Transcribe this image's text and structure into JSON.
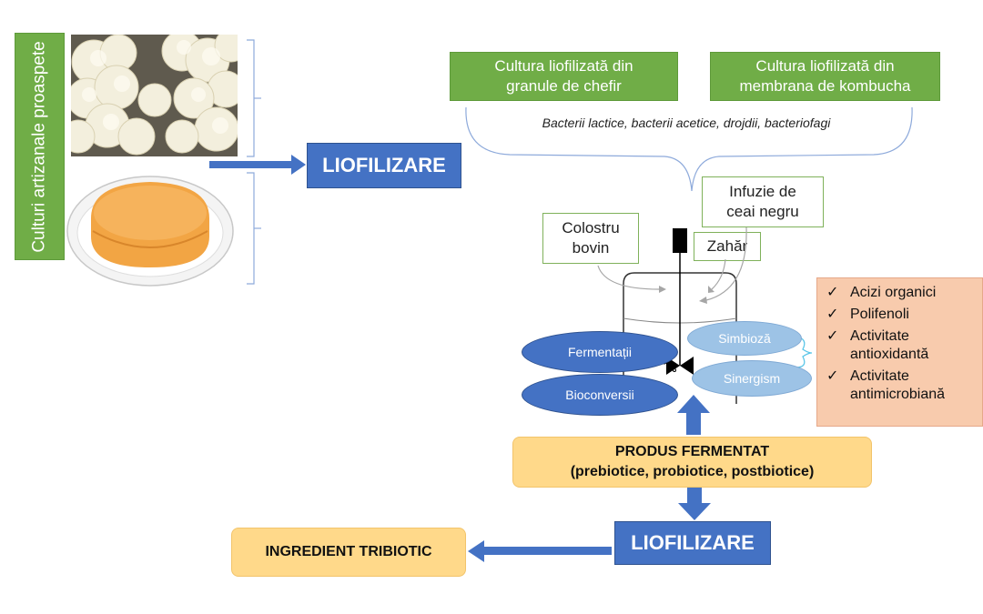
{
  "left": {
    "vertical_label": "Culturi artizanale proaspete",
    "images": [
      "kefir-grains-photo",
      "kombucha-scoby-photo"
    ]
  },
  "lyophilization_top": "LIOFILIZARE",
  "cultures": {
    "kefir": "Cultura liofilizată din granule de chefir",
    "kombucha": "Cultura liofilizată din membrana de kombucha",
    "microorganisms": "Bacterii lactice, bacterii acetice, drojdii, bacteriofagi"
  },
  "inputs": {
    "tea": "Infuzie de ceai negru",
    "colostrum": "Colostru bovin",
    "sugar": "Zahăr"
  },
  "processes": {
    "fermentation": "Fermentații",
    "bioconversion": "Bioconversii",
    "symbiosis": "Simbioză",
    "synergism": "Sinergism"
  },
  "properties": {
    "check_symbol": "✓",
    "items": [
      "Acizi organici",
      "Polifenoli",
      "Activitate antioxidantă",
      "Activitate antimicrobiană"
    ]
  },
  "product": {
    "title": "PRODUS FERMENTAT",
    "subtitle": "(prebiotice, probiotice, postbiotice)"
  },
  "lyophilization_bottom": "LIOFILIZARE",
  "ingredient": "INGREDIENT TRIBIOTIC",
  "colors": {
    "green": "#70ad47",
    "blue": "#4472c4",
    "light_blue": "#9dc3e6",
    "yellow": "#ffd98a",
    "peach": "#f8cbad"
  }
}
